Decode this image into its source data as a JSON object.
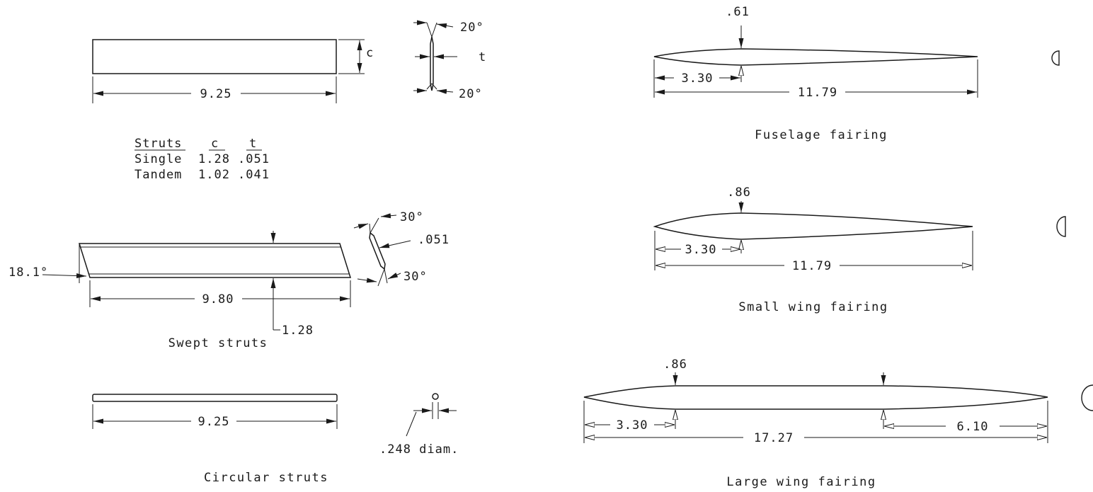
{
  "straight_struts": {
    "span": "9.25",
    "chord_symbol": "c",
    "thickness_symbol": "t",
    "edge_angle_top": "20°",
    "edge_angle_bottom": "20°"
  },
  "struts_table": {
    "headers": [
      "Struts",
      "c",
      "t"
    ],
    "rows": [
      [
        "Single",
        "1.28",
        ".051"
      ],
      [
        "Tandem",
        "1.02",
        ".041"
      ]
    ]
  },
  "swept_struts": {
    "caption": "Swept struts",
    "sweep_angle": "18.1°",
    "span": "9.80",
    "chord": "1.28",
    "thickness": ".051",
    "edge_angle_top": "30°",
    "edge_angle_bottom": "30°"
  },
  "circular_struts": {
    "caption": "Circular struts",
    "span": "9.25",
    "diameter": ".248 diam."
  },
  "fuselage_fairing": {
    "caption": "Fuselage fairing",
    "max_thickness": ".61",
    "max_thickness_location": "3.30",
    "length": "11.79"
  },
  "small_wing_fairing": {
    "caption": "Small wing fairing",
    "max_thickness": ".86",
    "max_thickness_location": "3.30",
    "length": "11.79"
  },
  "large_wing_fairing": {
    "caption": "Large wing fairing",
    "max_thickness": ".86",
    "front_location": "3.30",
    "length": "17.27",
    "rear_location": "6.10"
  }
}
